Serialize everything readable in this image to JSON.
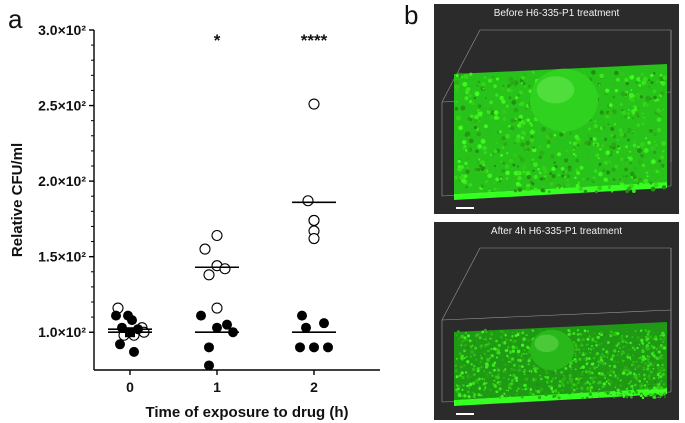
{
  "panel_a_letter": "a",
  "panel_b_letter": "b",
  "chart_data": {
    "type": "scatter",
    "xlabel": "Time of exposure to drug (h)",
    "ylabel": "Relative CFU/ml",
    "categories": [
      "0",
      "1",
      "2"
    ],
    "y_ticks": [
      "1.0×10²",
      "1.5×10²",
      "2.0×10²",
      "2.5×10²",
      "3.0×10²"
    ],
    "y_tick_values": [
      100,
      150,
      200,
      250,
      300
    ],
    "ylim": [
      75,
      300
    ],
    "grid": false,
    "significance": [
      {
        "category": "1",
        "label": "*"
      },
      {
        "category": "2",
        "label": "****"
      }
    ],
    "series": [
      {
        "marker": "open-circle",
        "points": [
          {
            "x": 0,
            "y": 116
          },
          {
            "x": 0,
            "y": 103
          },
          {
            "x": 0,
            "y": 98
          },
          {
            "x": 0,
            "y": 98
          },
          {
            "x": 0,
            "y": 100
          },
          {
            "x": 1,
            "y": 164
          },
          {
            "x": 1,
            "y": 155
          },
          {
            "x": 1,
            "y": 144
          },
          {
            "x": 1,
            "y": 142
          },
          {
            "x": 1,
            "y": 138
          },
          {
            "x": 1,
            "y": 116
          },
          {
            "x": 2,
            "y": 251
          },
          {
            "x": 2,
            "y": 187
          },
          {
            "x": 2,
            "y": 174
          },
          {
            "x": 2,
            "y": 174
          },
          {
            "x": 2,
            "y": 167
          },
          {
            "x": 2,
            "y": 162
          }
        ]
      },
      {
        "marker": "filled-circle",
        "points": [
          {
            "x": 0,
            "y": 111
          },
          {
            "x": 0,
            "y": 111
          },
          {
            "x": 0,
            "y": 108
          },
          {
            "x": 0,
            "y": 103
          },
          {
            "x": 0,
            "y": 102
          },
          {
            "x": 0,
            "y": 92
          },
          {
            "x": 0,
            "y": 87
          },
          {
            "x": 1,
            "y": 111
          },
          {
            "x": 1,
            "y": 105
          },
          {
            "x": 1,
            "y": 103
          },
          {
            "x": 1,
            "y": 100
          },
          {
            "x": 1,
            "y": 90
          },
          {
            "x": 1,
            "y": 78
          },
          {
            "x": 2,
            "y": 111
          },
          {
            "x": 2,
            "y": 106
          },
          {
            "x": 2,
            "y": 103
          },
          {
            "x": 2,
            "y": 90
          },
          {
            "x": 2,
            "y": 90
          },
          {
            "x": 2,
            "y": 90
          }
        ]
      },
      {
        "marker": "filled-square",
        "points": [
          {
            "x": 0,
            "y": 100
          }
        ]
      }
    ],
    "mean_lines": [
      {
        "x": 0,
        "y": 102
      },
      {
        "x": 0,
        "y": 100
      },
      {
        "x": 1,
        "y": 143
      },
      {
        "x": 1,
        "y": 100
      },
      {
        "x": 2,
        "y": 186
      },
      {
        "x": 2,
        "y": 100
      }
    ],
    "colors": {
      "markers": "#000000",
      "background": "#ffffff"
    }
  },
  "micrographs": [
    {
      "caption": "Before H6-335-P1 treatment",
      "density": "dense",
      "color": "#33ee22"
    },
    {
      "caption": "After 4h H6-335-P1 treatment",
      "density": "sparse",
      "color": "#33ee22"
    }
  ]
}
